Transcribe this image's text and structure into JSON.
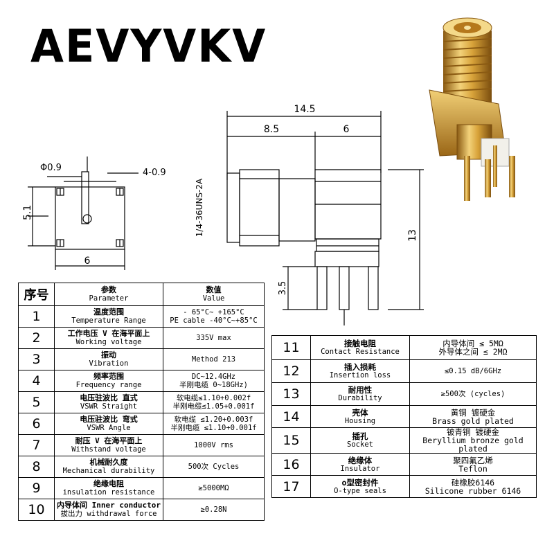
{
  "brand": "AEVYVKV",
  "drawing": {
    "hole_dia": "Φ0.9",
    "pin_dim": "4-0.9",
    "height_left": "5.1",
    "width_bottom": "6",
    "total_len": "14.5",
    "len_a": "8.5",
    "len_b": "6",
    "thread": "1/4-36UNS-2A",
    "height_total": "13",
    "pin_len": "3.5"
  },
  "table_left": {
    "header": {
      "no": "序号",
      "param_cn": "参数",
      "param_en": "Parameter",
      "value_cn": "数值",
      "value_en": "Value"
    },
    "rows": [
      {
        "no": "1",
        "cn": "温度范围",
        "en": "Temperature Range",
        "v1": "- 65°C~ +165°C",
        "v2": "PE cable  -40°C~+85°C"
      },
      {
        "no": "2",
        "cn": "工作电压 V 在海平面上",
        "en": "Working voltage",
        "v1": "335V max",
        "v2": ""
      },
      {
        "no": "3",
        "cn": "振动",
        "en": "Vibration",
        "v1": "Method 213",
        "v2": ""
      },
      {
        "no": "4",
        "cn": "频率范围",
        "en": "Frequency range",
        "v1": "DC~12.4GHz",
        "v2": "半刚电缆 0~18GHz)"
      },
      {
        "no": "5",
        "cn": "电压驻波比 直式",
        "en": "VSWR Straight",
        "v1": "软电缆≤1.10+0.002f",
        "v2": "半刚电缆≤1.05+0.001f"
      },
      {
        "no": "6",
        "cn": "电压驻波比 弯式",
        "en": "VSWR Angle",
        "v1": "软电缆 ≤1.20+0.003f",
        "v2": "半刚电缆 ≤1.10+0.001f"
      },
      {
        "no": "7",
        "cn": "耐压 V 在海平面上",
        "en": "Withstand voltage",
        "v1": "1000V rms",
        "v2": ""
      },
      {
        "no": "8",
        "cn": "机械耐久度",
        "en": "Mechanical durability",
        "v1": "500次 Cycles",
        "v2": ""
      },
      {
        "no": "9",
        "cn": "绝缘电阻",
        "en": "insulation resistance",
        "v1": "≥5000MΩ",
        "v2": ""
      },
      {
        "no": "10",
        "cn": "内导体间 Inner conductor",
        "en": "拔出力 withdrawal force",
        "v1": "≥0.28N",
        "v2": ""
      }
    ]
  },
  "table_right": {
    "rows": [
      {
        "no": "11",
        "cn": "接触电阻",
        "en": "Contact Resistance",
        "v1": "内导体间 ≤ 5MΩ",
        "v2": "外导体之间 ≤ 2MΩ"
      },
      {
        "no": "12",
        "cn": "插入损耗",
        "en": "Insertion loss",
        "v1": "≤0.15 dB/6GHz",
        "v2": ""
      },
      {
        "no": "13",
        "cn": "耐用性",
        "en": "Durability",
        "v1": "≥500次 (cycles)",
        "v2": ""
      },
      {
        "no": "14",
        "cn": "壳体",
        "en": "Housing",
        "v1": "黄铜 镀硬金",
        "v2": "Brass gold plated"
      },
      {
        "no": "15",
        "cn": "插孔",
        "en": "Socket",
        "v1": "铍青铜 镀硬金",
        "v2": "Beryllium bronze gold plated"
      },
      {
        "no": "16",
        "cn": "绝缘体",
        "en": "Insulator",
        "v1": "聚四氟乙烯",
        "v2": "Teflon"
      },
      {
        "no": "17",
        "cn": "o型密封件",
        "en": "O-type seals",
        "v1": "硅橡胶6146",
        "v2": "Silicone rubber 6146"
      }
    ]
  }
}
